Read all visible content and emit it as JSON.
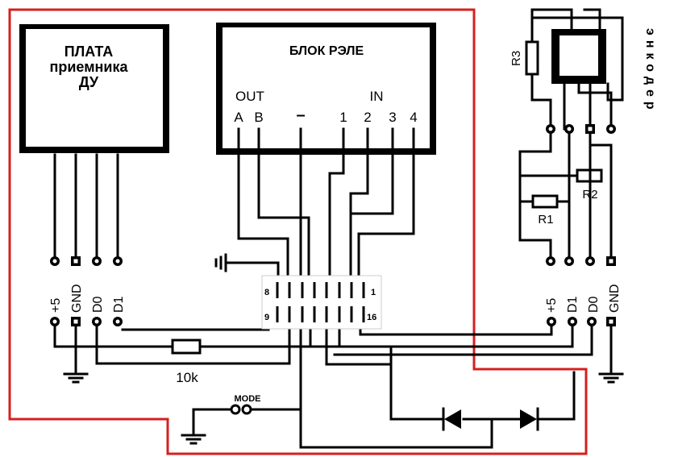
{
  "remote_board": {
    "label_line1": "ПЛАТА",
    "label_line2": "приемника",
    "label_line3": "ДУ"
  },
  "relay_block": {
    "title": "БЛОК РЭЛЕ",
    "out_label": "OUT",
    "in_label": "IN",
    "pins": [
      "A",
      "B",
      "–",
      "1",
      "2",
      "3",
      "4"
    ]
  },
  "encoder": {
    "label": "энкодер",
    "resistors": [
      "R3",
      "R2",
      "R1"
    ]
  },
  "connector": {
    "pin_top_left": "8",
    "pin_top_right": "1",
    "pin_bottom_left": "9",
    "pin_bottom_right": "16"
  },
  "left_pins": [
    "+5",
    "GND",
    "D0",
    "D1"
  ],
  "right_pins": [
    "+5",
    "D1",
    "D0",
    "GND"
  ],
  "resistor_value": "10k",
  "mode_button": "MODE"
}
